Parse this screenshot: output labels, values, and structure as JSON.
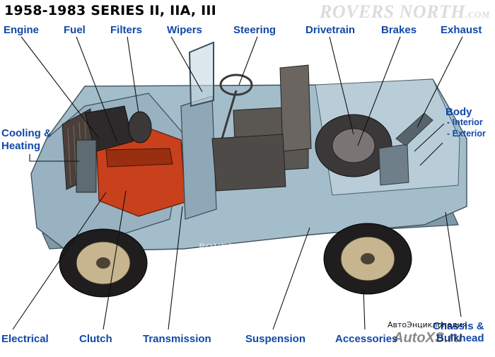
{
  "header": {
    "title": "1958-1983 SERIES II, IIA, III",
    "brand": "ROVERS NORTH",
    "brand_suffix": ".COM"
  },
  "labels": {
    "engine": "Engine",
    "fuel": "Fuel",
    "filters": "Filters",
    "wipers": "Wipers",
    "steering": "Steering",
    "drivetrain": "Drivetrain",
    "brakes": "Brakes",
    "exhaust": "Exhaust",
    "cooling_line1": "Cooling &",
    "cooling_line2": "Heating",
    "body": "Body",
    "body_interior": "- Interior",
    "body_exterior": "- Exterior",
    "electrical": "Electrical",
    "clutch": "Clutch",
    "transmission": "Transmission",
    "suspension": "Suspension",
    "accessories": "Accessories",
    "chassis_line1": "Chassis &",
    "chassis_line2": "Bulkhead"
  },
  "watermarks": {
    "source_line": "АвтоЭнциклопедия",
    "source_brand": "AutoXS.ru",
    "drawing_brand": "ROVERS NORTH"
  },
  "colors": {
    "label_blue": "#1248a8",
    "body_blue": "#9fb8c6",
    "engine_red": "#c8401c"
  }
}
